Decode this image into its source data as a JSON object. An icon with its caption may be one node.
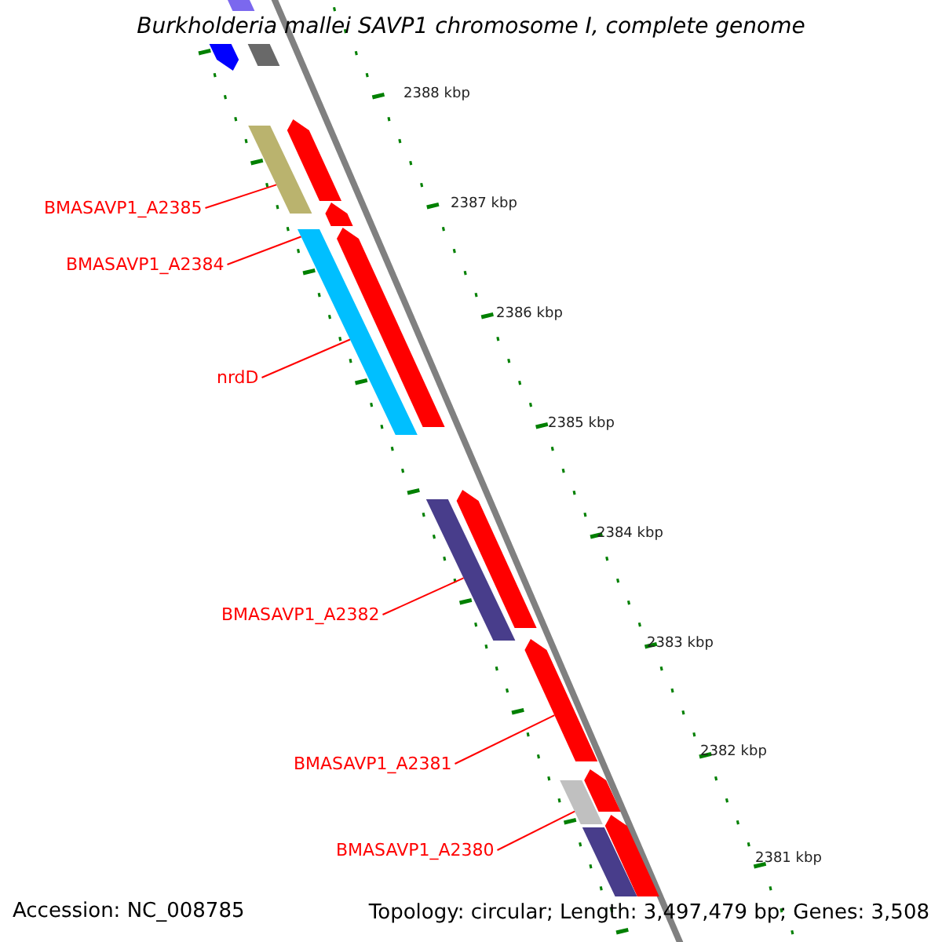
{
  "diagram": {
    "title": "Burkholderia mallei SAVP1 chromosome I, complete genome",
    "nodes": [
      {
        "text": [
          "BMASAVP1_A2385"
        ]
      },
      {
        "text": [
          "BMASAVP1_A2384"
        ]
      },
      {
        "text": [
          "nrdD"
        ]
      },
      {
        "text": [
          "BMASAVP1_A2382"
        ]
      },
      {
        "text": [
          "BMASAVP1_A2381"
        ]
      },
      {
        "text": [
          "BMASAVP1_A2380"
        ]
      },
      {
        "text": [],
        "shape": "bar"
      },
      {
        "text": [],
        "shape": "bar"
      },
      {
        "text": [],
        "shape": "bar"
      },
      {
        "text": [],
        "shape": "bar"
      },
      {
        "text": [],
        "shape": "bar"
      },
      {
        "text": [],
        "shape": "bar"
      },
      {
        "text": [],
        "shape": "bar"
      },
      {
        "text": [],
        "shape": "bar"
      },
      {
        "text": [],
        "shape": "bar"
      },
      {
        "text": [],
        "shape": "bar"
      },
      {
        "text": [],
        "shape": "bar"
      },
      {
        "text": [],
        "shape": "bar"
      },
      {
        "text": [],
        "shape": "bar"
      },
      {
        "text": [],
        "shape": "bar"
      },
      {
        "text": [],
        "shape": "bar"
      }
    ],
    "edges": [
      {
        "from": 0,
        "to": 10,
        "arrow": "none"
      },
      {
        "from": 1,
        "to": 13,
        "arrow": "none"
      },
      {
        "from": 2,
        "to": 13,
        "arrow": "none"
      },
      {
        "from": 3,
        "to": 15,
        "arrow": "none"
      },
      {
        "from": 4,
        "to": 16,
        "arrow": "none"
      },
      {
        "from": 5,
        "to": 18,
        "arrow": "none"
      }
    ],
    "labels": [
      "2388 kbp",
      "2387 kbp",
      "2386 kbp",
      "2385 kbp",
      "2384 kbp",
      "2383 kbp",
      "2382 kbp",
      "2381 kbp",
      "Accession: NC_008785",
      "Topology: circular; Length: 3,497,479 bp; Genes: 3,508"
    ]
  }
}
